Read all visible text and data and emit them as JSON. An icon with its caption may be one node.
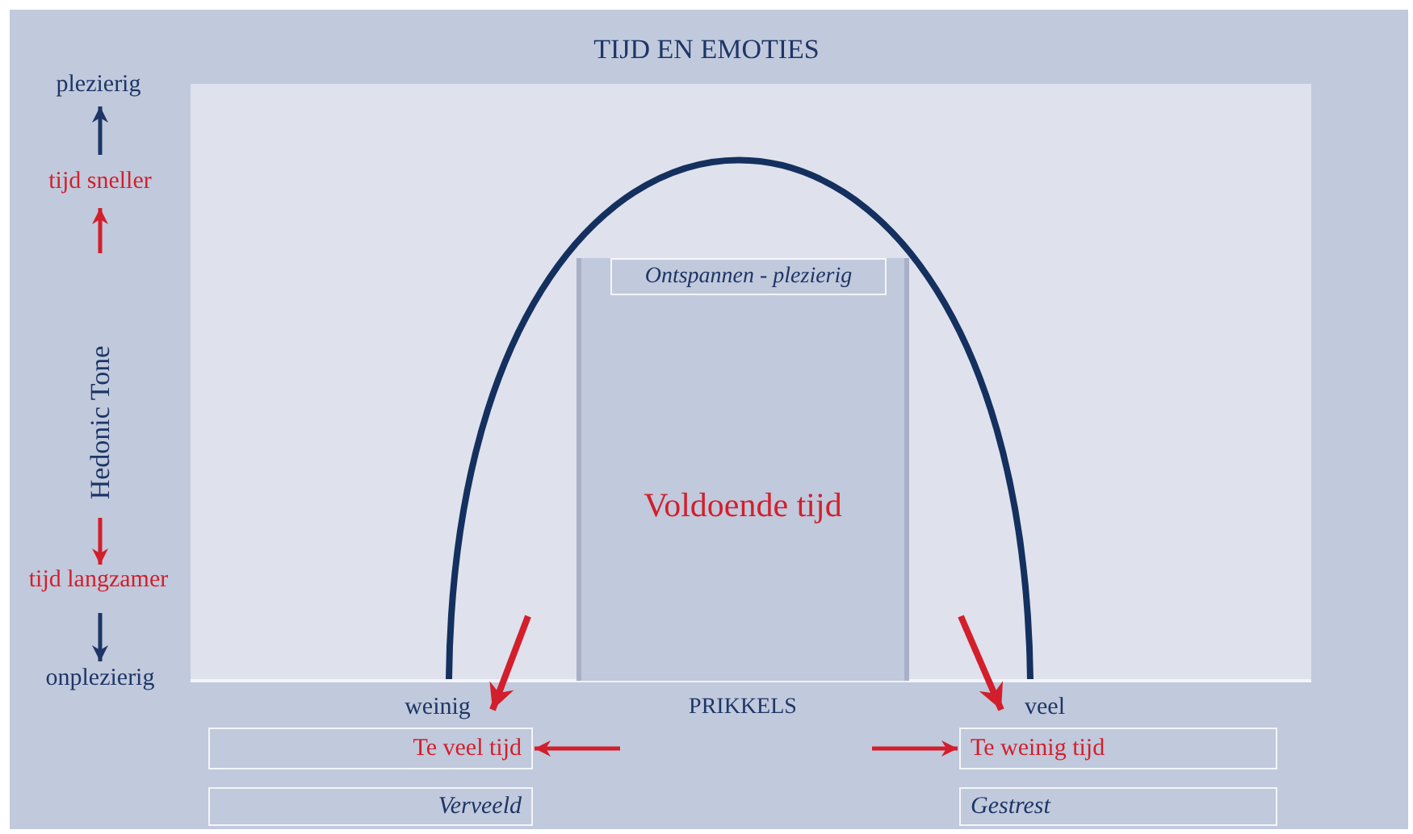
{
  "diagram": {
    "title": "TIJD EN EMOTIES",
    "nodes": [
      {
        "text": [
          "Voldoende tijd"
        ]
      },
      {
        "text": [
          "Ontspannen - plezierig"
        ],
        "in": 0
      },
      {
        "text": [
          "Te veel tijd"
        ]
      },
      {
        "text": [
          "Te weinig tijd"
        ]
      },
      {
        "text": [
          "Verveeld"
        ]
      },
      {
        "text": [
          "Gestrest"
        ]
      }
    ],
    "edges": [
      {
        "from": null,
        "to": 2,
        "arrow": "to"
      },
      {
        "from": null,
        "to": 3,
        "arrow": "to"
      }
    ],
    "labels": [
      "plezierig",
      "tijd sneller",
      "Hedonic Tone",
      "tijd langzamer",
      "onplezierig",
      "weinig",
      "PRIKKELS",
      "veel"
    ]
  }
}
